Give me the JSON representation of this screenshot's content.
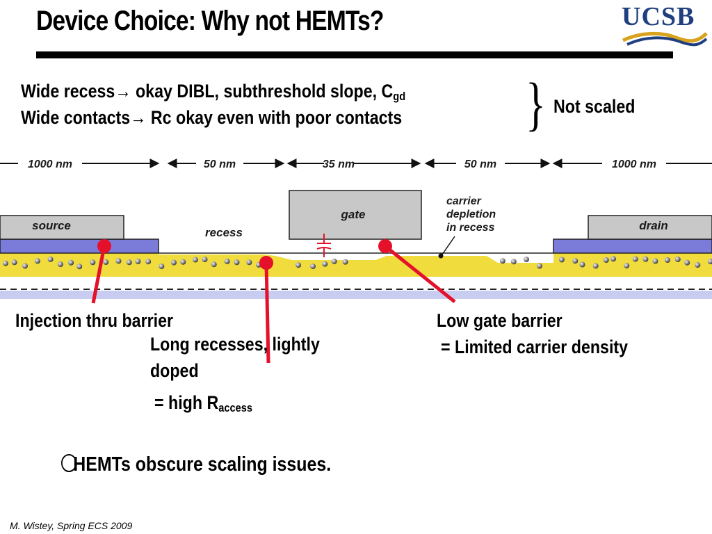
{
  "slide": {
    "title": "Device Choice: Why not HEMTs?",
    "logo_text": "UCSB",
    "footer": "M. Wistey, Spring ECS 2009"
  },
  "bullets": [
    {
      "lead": "Wide recess",
      "arrow": "→",
      "text": " okay DIBL, subthreshold slope, C",
      "subscript": "gd"
    },
    {
      "lead": "Wide contacts",
      "arrow": "→",
      "text": " Rc okay even with poor contacts",
      "subscript": ""
    }
  ],
  "group_note": {
    "brace": "}",
    "text": "Not scaled"
  },
  "diagram": {
    "dimensions": [
      "1000 nm",
      "50 nm",
      "35 nm",
      "50 nm",
      "1000 nm"
    ],
    "labels": {
      "source": "source",
      "gate": "gate",
      "drain": "drain",
      "recess": "recess",
      "carrier_line1": "carrier",
      "carrier_line2": "depletion",
      "carrier_line3": "in recess"
    },
    "colors": {
      "contact_gray": "#c8c8c8",
      "barrier_purple": "#7b7bd9",
      "channel_yellow": "#f0dc3c",
      "buffer_blue": "#c8ccf0",
      "pointer_red": "#e5102a"
    }
  },
  "callouts": {
    "injection": "Injection thru barrier",
    "long_recess_line1": "Long recesses, lightly",
    "long_recess_line2": "doped",
    "high_r": "= high R",
    "high_r_sub": "access",
    "low_gate_line1": "Low gate barrier",
    "low_gate_line2": "= Limited carrier density"
  },
  "conclusion": {
    "text": "HEMTs obscure scaling issues."
  }
}
